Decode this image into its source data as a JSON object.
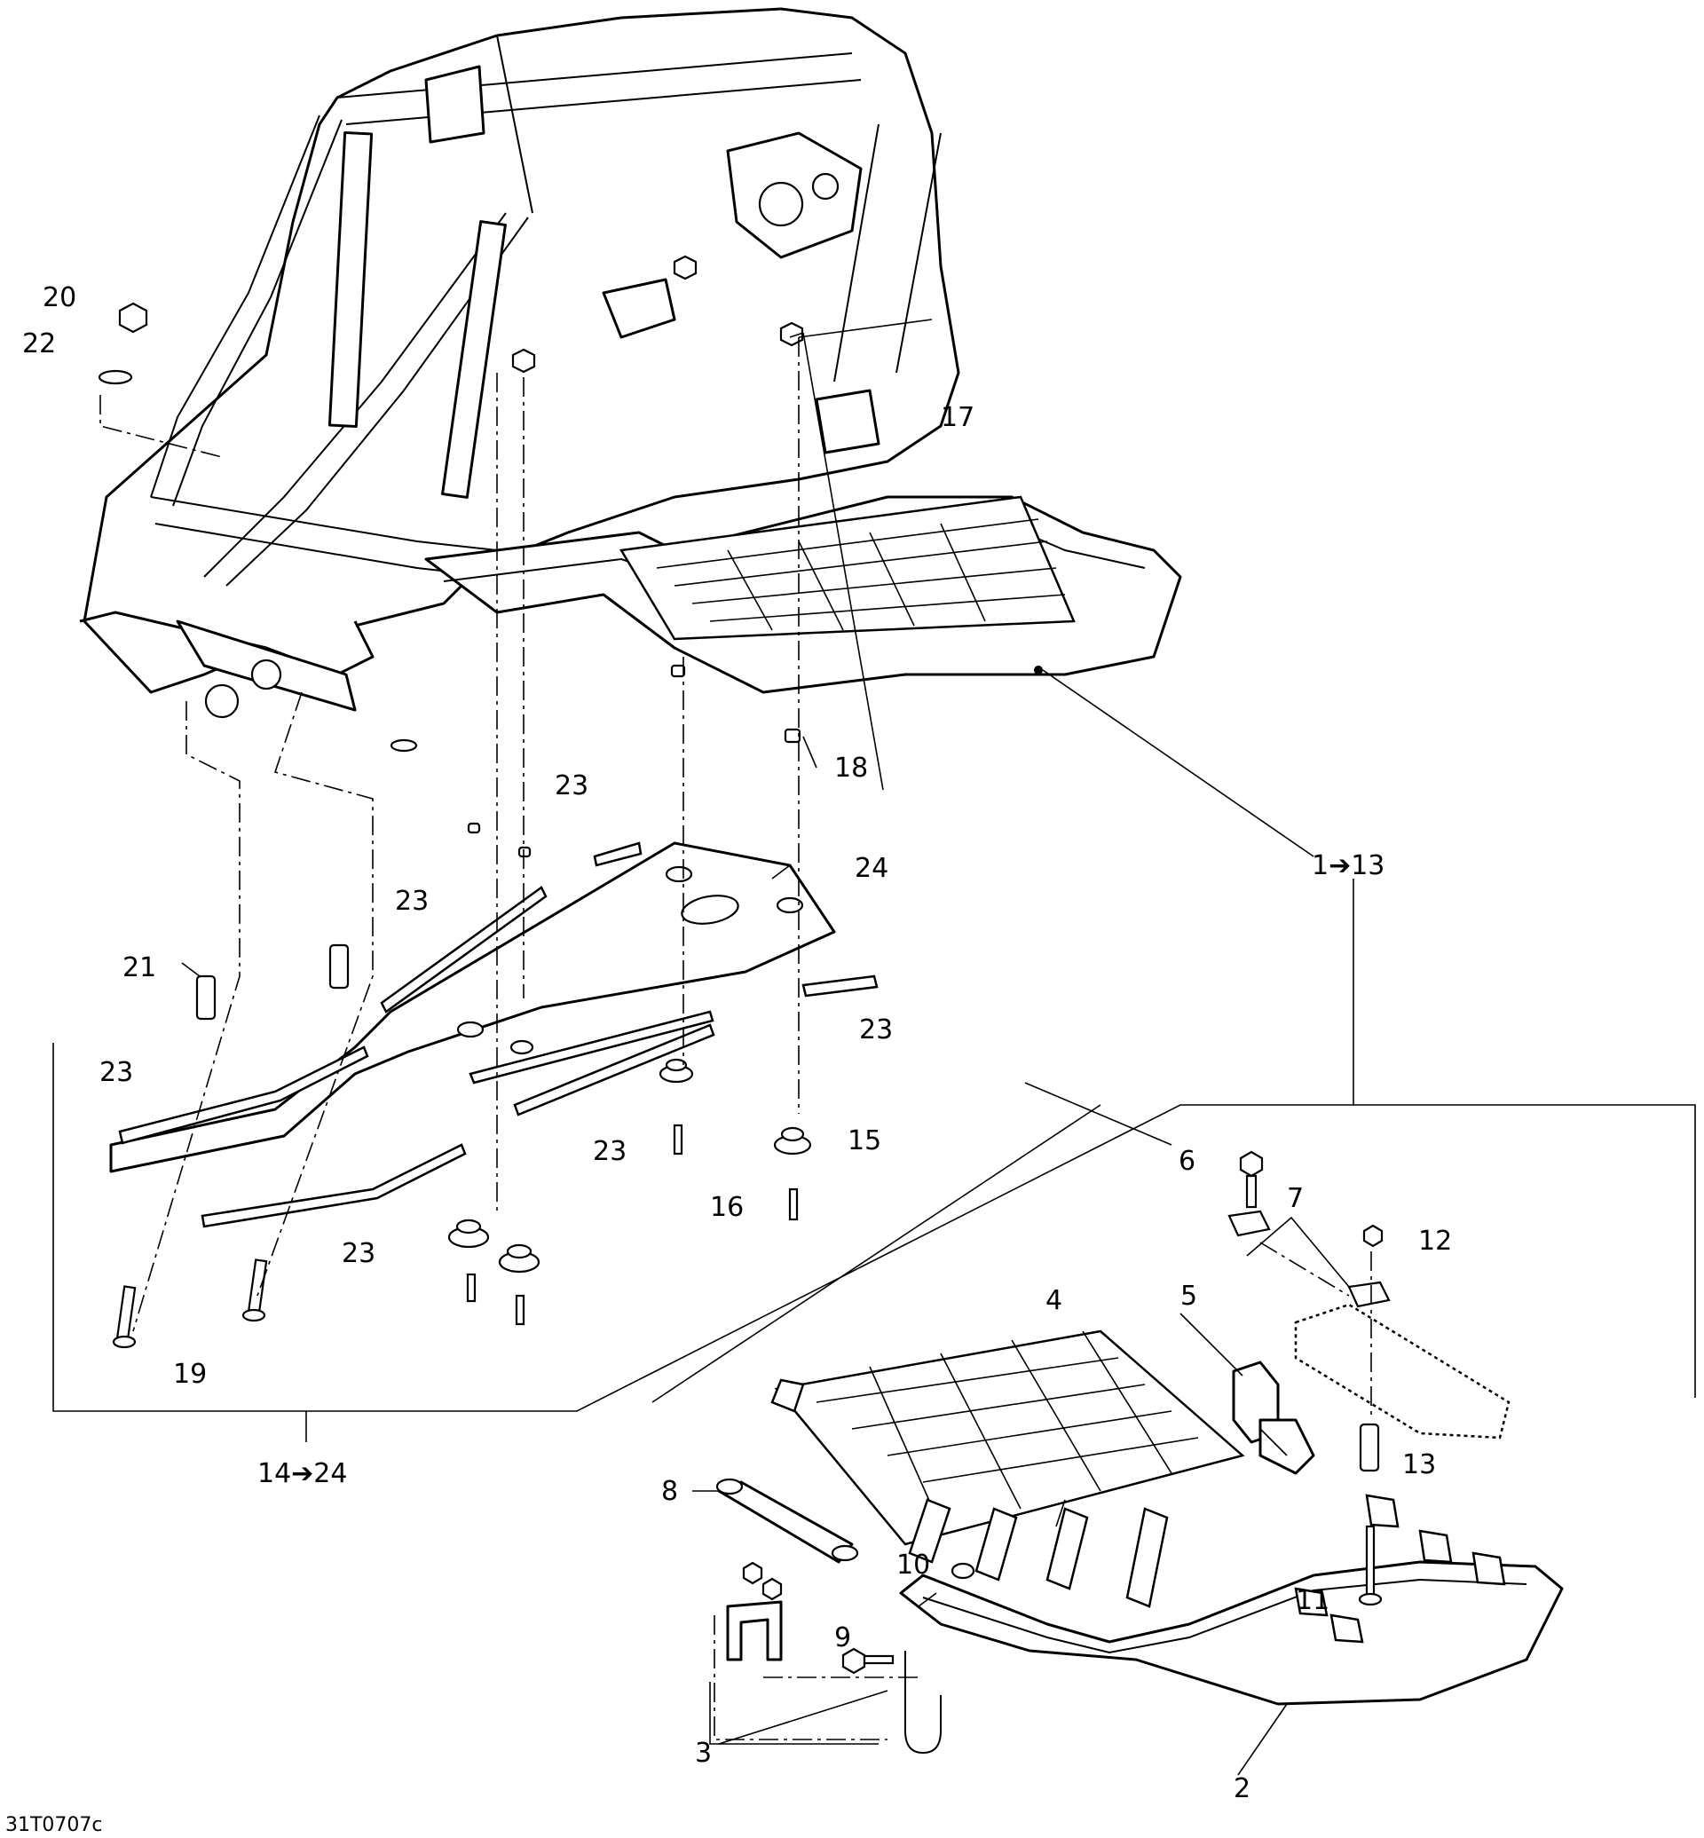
{
  "reference_code": "31T0707c",
  "callouts": [
    {
      "id": "c1",
      "text": "1➔13"
    },
    {
      "id": "c2",
      "text": "2"
    },
    {
      "id": "c3",
      "text": "3"
    },
    {
      "id": "c4",
      "text": "4"
    },
    {
      "id": "c5",
      "text": "5"
    },
    {
      "id": "c6",
      "text": "6"
    },
    {
      "id": "c7",
      "text": "7"
    },
    {
      "id": "c8",
      "text": "8"
    },
    {
      "id": "c9",
      "text": "9"
    },
    {
      "id": "c10",
      "text": "10"
    },
    {
      "id": "c11",
      "text": "11"
    },
    {
      "id": "c12",
      "text": "12"
    },
    {
      "id": "c13",
      "text": "13"
    },
    {
      "id": "c14",
      "text": "14➔24"
    },
    {
      "id": "c15",
      "text": "15"
    },
    {
      "id": "c16",
      "text": "16"
    },
    {
      "id": "c17",
      "text": "17"
    },
    {
      "id": "c18",
      "text": "18"
    },
    {
      "id": "c19",
      "text": "19"
    },
    {
      "id": "c20",
      "text": "20"
    },
    {
      "id": "c21",
      "text": "21"
    },
    {
      "id": "c22",
      "text": "22"
    },
    {
      "id": "c23a",
      "text": "23"
    },
    {
      "id": "c23b",
      "text": "23"
    },
    {
      "id": "c23c",
      "text": "23"
    },
    {
      "id": "c23d",
      "text": "23"
    },
    {
      "id": "c23e",
      "text": "23"
    },
    {
      "id": "c23f",
      "text": "23"
    },
    {
      "id": "c24",
      "text": "24"
    }
  ]
}
